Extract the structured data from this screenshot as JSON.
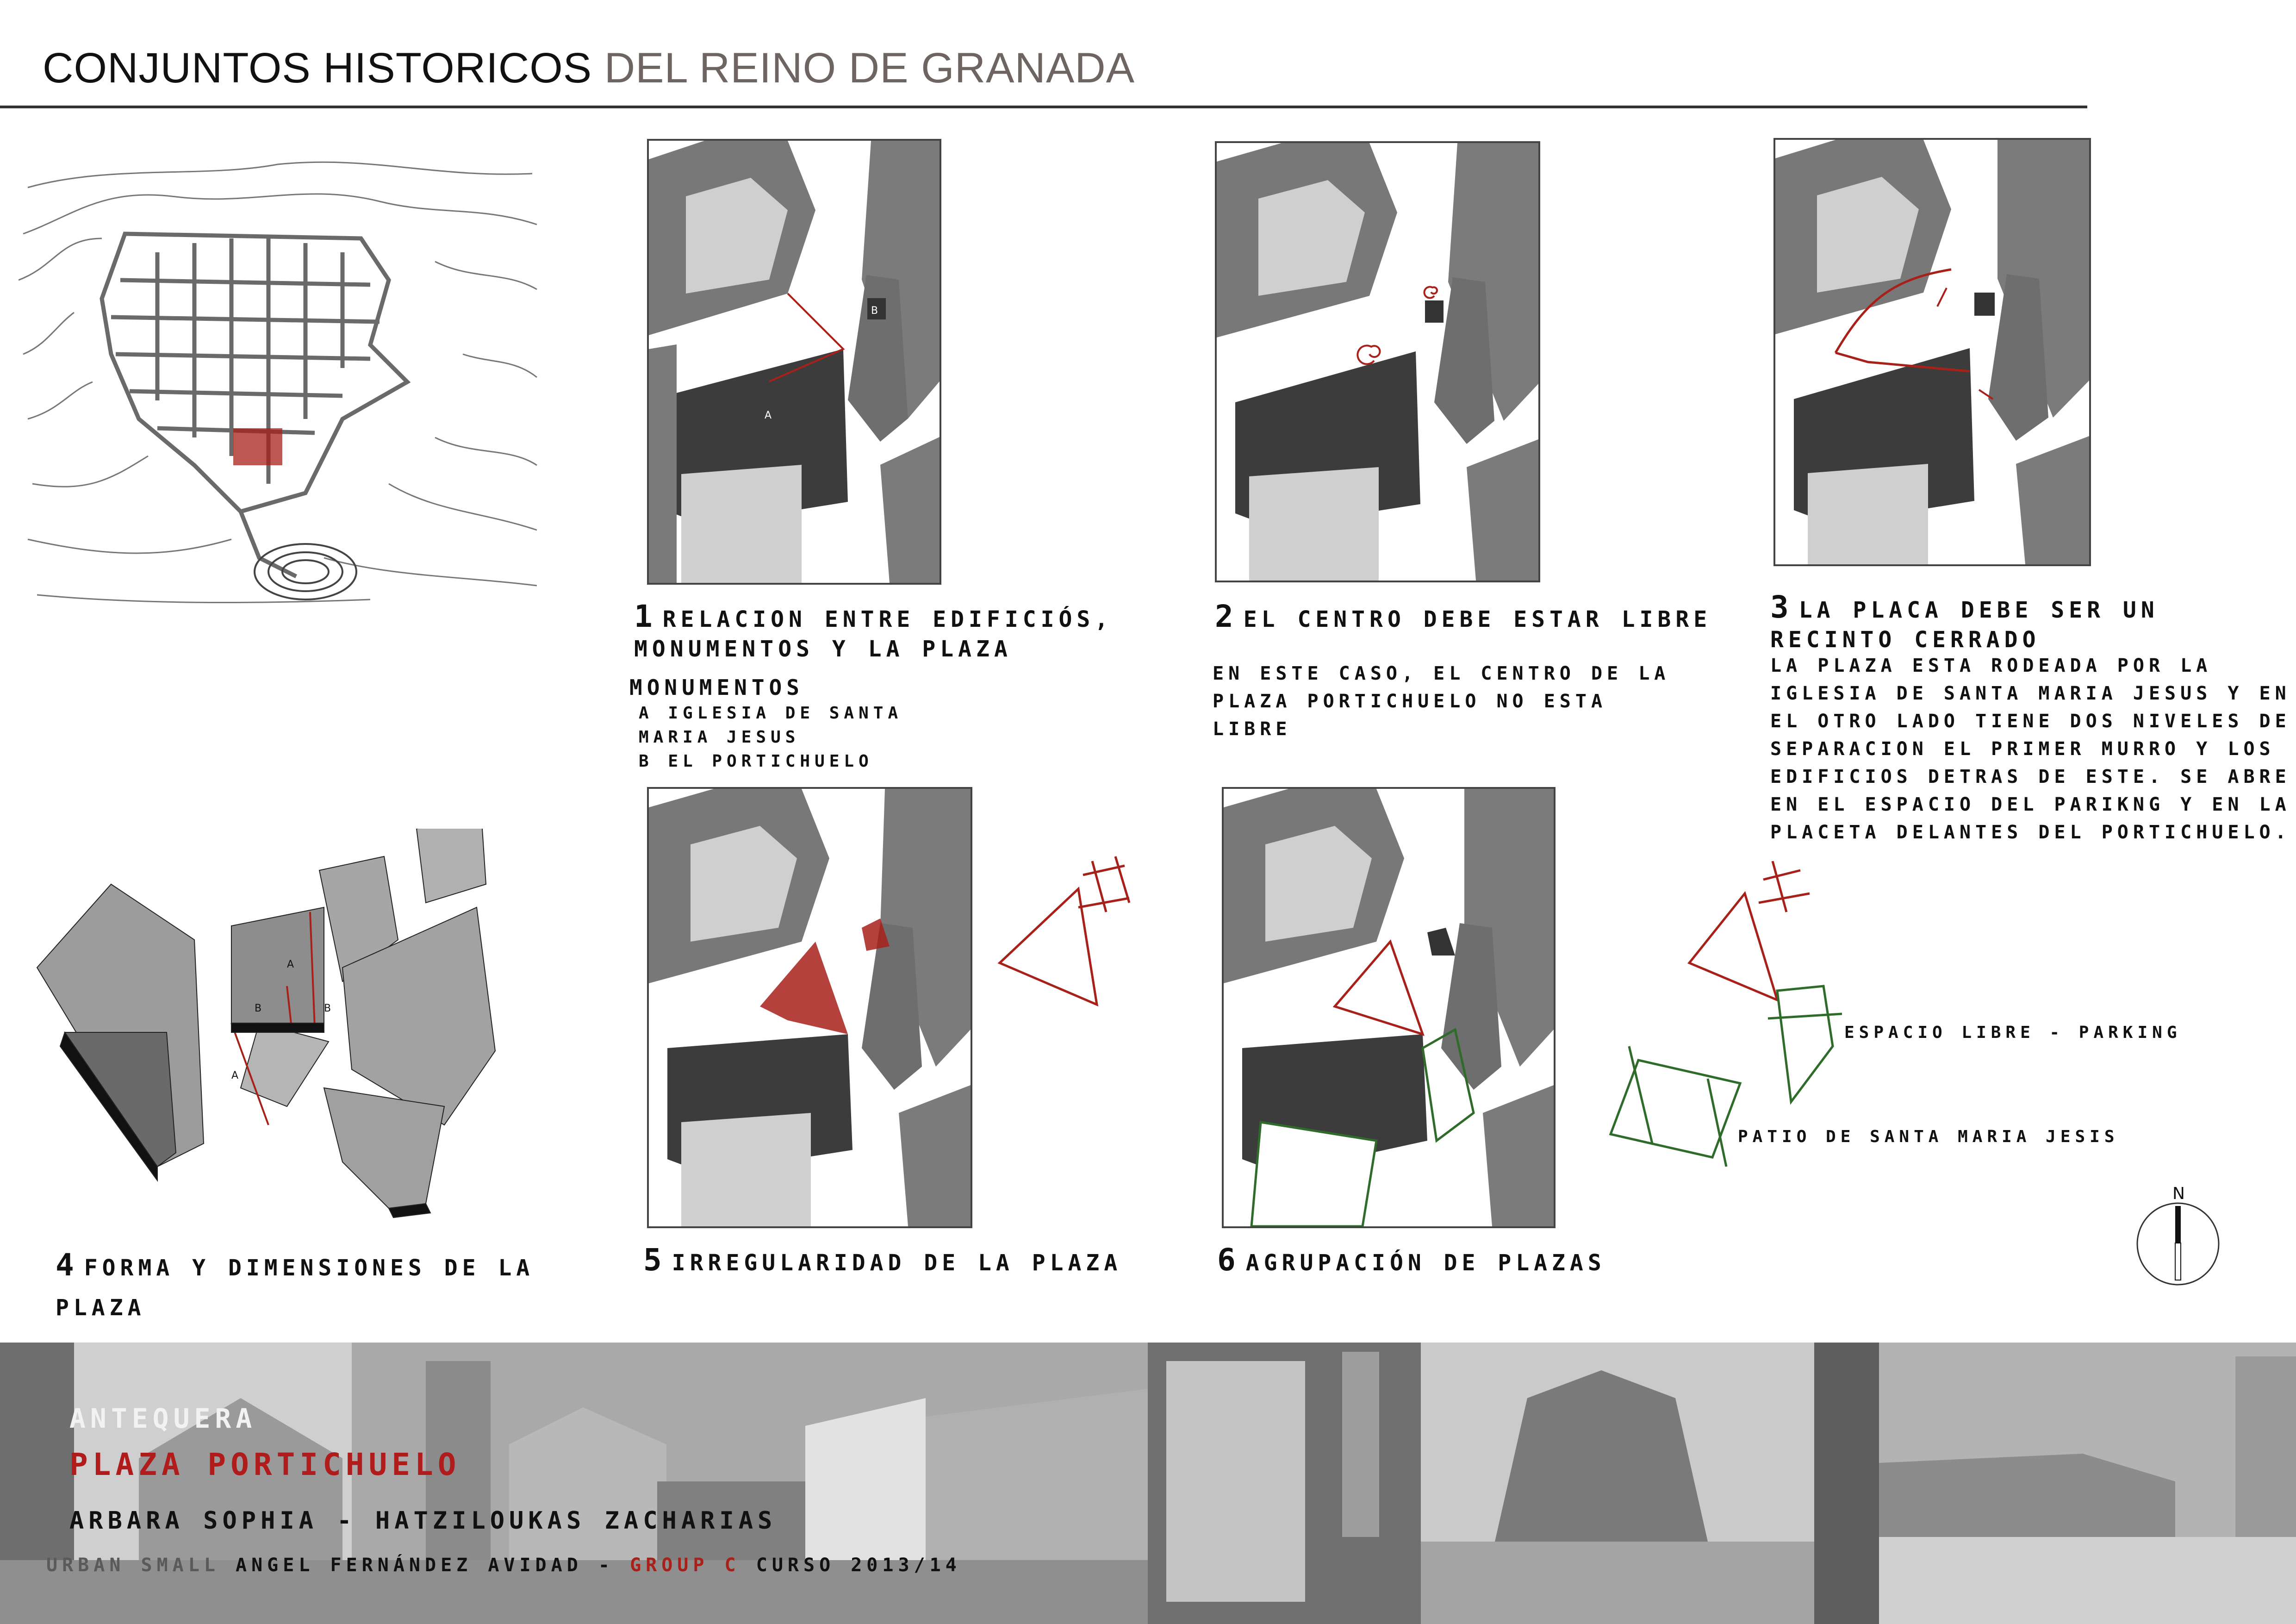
{
  "header": {
    "title_dark": "CONJUNTOS HISTORICOS",
    "title_light": "DEL REINO DE GRANADA"
  },
  "sections": [
    {
      "num": "1",
      "title": "RELACION ENTRE EDIFICIÓS, MONUMENTOS Y LA PLAZA"
    },
    {
      "num": "2",
      "title": "EL CENTRO  DEBE ESTAR LIBRE"
    },
    {
      "num": "3",
      "title": "LA PLACA DEBE SER UN RECINTO CERRADO"
    },
    {
      "num": "4",
      "title": "FORMA Y DIMENSIONES DE LA PLAZA"
    },
    {
      "num": "5",
      "title": "IRREGULARIDAD DE LA PLAZA"
    },
    {
      "num": "6",
      "title": "AGRUPACIÓN DE PLAZAS"
    }
  ],
  "monumentos": {
    "heading": "MONUMENTOS",
    "items": [
      "A IGLESIA DE SANTA MARIA JESUS",
      "B EL PORTICHUELO"
    ]
  },
  "notes": {
    "s2": "EN ESTE CASO, EL CENTRO DE LA PLAZA PORTICHUELO NO ESTA LIBRE",
    "s3": "LA PLAZA ESTA RODEADA POR LA IGLESIA DE SANTA MARIA JESUS Y EN EL OTRO LADO TIENE DOS NIVELES DE SEPARACION EL PRIMER MURRO Y LOS EDIFICIOS DETRAS DE ESTE. SE ABRE EN EL ESPACIO DEL PARIKNG Y EN LA PLACETA DELANTES DEL PORTICHUELO."
  },
  "legend": {
    "parking": "ESPACIO LIBRE - PARKING",
    "patio": "PATIO DE SANTA MARIA JESIS"
  },
  "map_labels": {
    "a": "A",
    "b": "B",
    "north": "N"
  },
  "footer": {
    "city": "ANTEQUERA",
    "plaza": "PLAZA PORTICHUELO",
    "authors": "ARBARA SOPHIA - HATZILOUKAS ZACHARIAS",
    "urban": "URBAN SMALL",
    "teacher": "ANGEL FERNÁNDEZ AVIDAD -",
    "group": "GROUP C",
    "course": "CURSO 2013/14"
  },
  "colors": {
    "accent_red": "#a8201a",
    "green": "#2f6b2a",
    "building_dark": "#3c3c3c",
    "building_mid": "#777777",
    "building_light": "#c9c9c9"
  }
}
